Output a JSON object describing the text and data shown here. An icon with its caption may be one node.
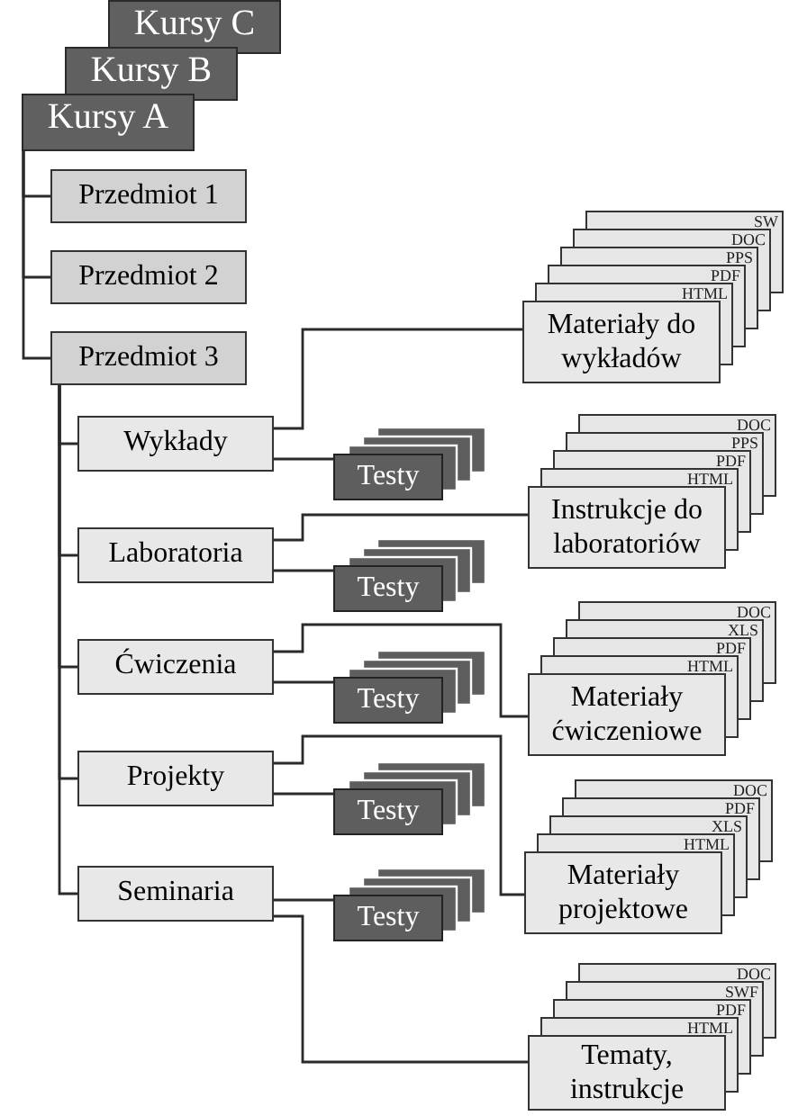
{
  "diagram": {
    "nodes": [
      {
        "text": [
          "Kursy C"
        ]
      },
      {
        "text": [
          "Kursy B"
        ]
      },
      {
        "text": [
          "Kursy A"
        ]
      },
      {
        "text": [
          "Przedmiot 1"
        ]
      },
      {
        "text": [
          "Przedmiot 2"
        ]
      },
      {
        "text": [
          "Przedmiot 3"
        ]
      },
      {
        "text": [
          "SW"
        ]
      },
      {
        "text": [
          "DOC"
        ]
      },
      {
        "text": [
          "PPS"
        ]
      },
      {
        "text": [
          "PDF"
        ]
      },
      {
        "text": [
          "HTML"
        ]
      },
      {
        "text": [
          "Materiały do wykładów"
        ]
      },
      {
        "text": [
          "Wykłady"
        ]
      },
      {
        "text": [
          "Testy"
        ]
      },
      {
        "text": [
          "DOC"
        ]
      },
      {
        "text": [
          "PPS"
        ]
      },
      {
        "text": [
          "PDF"
        ]
      },
      {
        "text": [
          "HTML"
        ]
      },
      {
        "text": [
          "Instrukcje do laboratoriów"
        ]
      },
      {
        "text": [
          "Laboratoria"
        ]
      },
      {
        "text": [
          "Testy"
        ]
      },
      {
        "text": [
          "DOC"
        ]
      },
      {
        "text": [
          "XLS"
        ]
      },
      {
        "text": [
          "PDF"
        ]
      },
      {
        "text": [
          "HTML"
        ]
      },
      {
        "text": [
          "Materiały ćwiczeniowe"
        ]
      },
      {
        "text": [
          "Ćwiczenia"
        ]
      },
      {
        "text": [
          "Testy"
        ]
      },
      {
        "text": [
          "DOC"
        ]
      },
      {
        "text": [
          "PDF"
        ]
      },
      {
        "text": [
          "XLS"
        ]
      },
      {
        "text": [
          "HTML"
        ]
      },
      {
        "text": [
          "Materiały projektowe"
        ]
      },
      {
        "text": [
          "Projekty"
        ]
      },
      {
        "text": [
          "Testy"
        ]
      },
      {
        "text": [
          "DOC"
        ]
      },
      {
        "text": [
          "SWF"
        ]
      },
      {
        "text": [
          "PDF"
        ]
      },
      {
        "text": [
          "HTML"
        ]
      },
      {
        "text": [
          "Tematy, instrukcje"
        ]
      },
      {
        "text": [
          "Seminaria"
        ]
      },
      {
        "text": [
          "Testy"
        ]
      }
    ],
    "edges": [
      {
        "from": 2,
        "to": 3,
        "arrow": "none"
      },
      {
        "from": 2,
        "to": 4,
        "arrow": "none"
      },
      {
        "from": 2,
        "to": 5,
        "arrow": "none"
      },
      {
        "from": 5,
        "to": 12,
        "arrow": "none"
      },
      {
        "from": 5,
        "to": 19,
        "arrow": "none"
      },
      {
        "from": 5,
        "to": 26,
        "arrow": "none"
      },
      {
        "from": 5,
        "to": 33,
        "arrow": "none"
      },
      {
        "from": 5,
        "to": 40,
        "arrow": "none"
      },
      {
        "from": 12,
        "to": 11,
        "arrow": "none"
      },
      {
        "from": 12,
        "to": 13,
        "arrow": "none"
      },
      {
        "from": 19,
        "to": 18,
        "arrow": "none"
      },
      {
        "from": 19,
        "to": 20,
        "arrow": "none"
      },
      {
        "from": 26,
        "to": 25,
        "arrow": "none"
      },
      {
        "from": 26,
        "to": 27,
        "arrow": "none"
      },
      {
        "from": 33,
        "to": 32,
        "arrow": "none"
      },
      {
        "from": 33,
        "to": 34,
        "arrow": "none"
      },
      {
        "from": 40,
        "to": 39,
        "arrow": "none"
      },
      {
        "from": 40,
        "to": 41,
        "arrow": "none"
      }
    ]
  }
}
